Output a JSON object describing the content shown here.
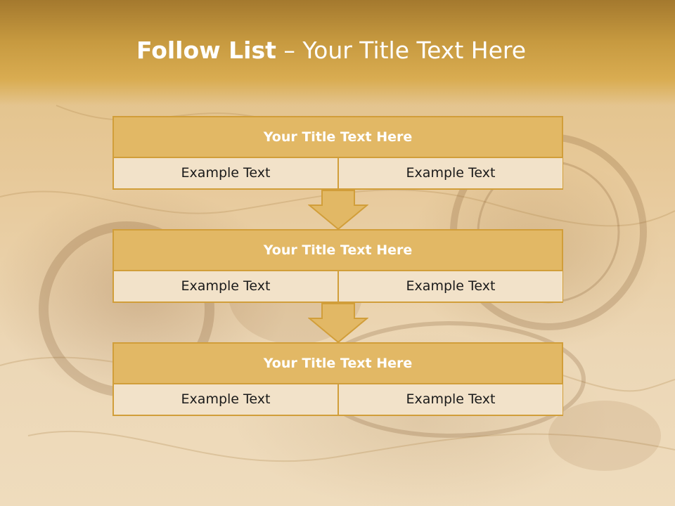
{
  "slide": {
    "title_bold": "Follow List",
    "title_rest": " – Your Title Text Here"
  },
  "steps": [
    {
      "heading": "Your Title Text Here",
      "left": "Example Text",
      "right": "Example Text"
    },
    {
      "heading": "Your Title Text Here",
      "left": "Example Text",
      "right": "Example Text"
    },
    {
      "heading": "Your Title Text Here",
      "left": "Example Text",
      "right": "Example Text"
    }
  ],
  "colors": {
    "header": "#c79a40",
    "block_head": "#e2b865",
    "block_border": "#d19e3a",
    "cell_bg": "#f2e2c9",
    "arrow_fill": "#e2b865"
  },
  "icons": [
    "down-arrow-icon"
  ]
}
